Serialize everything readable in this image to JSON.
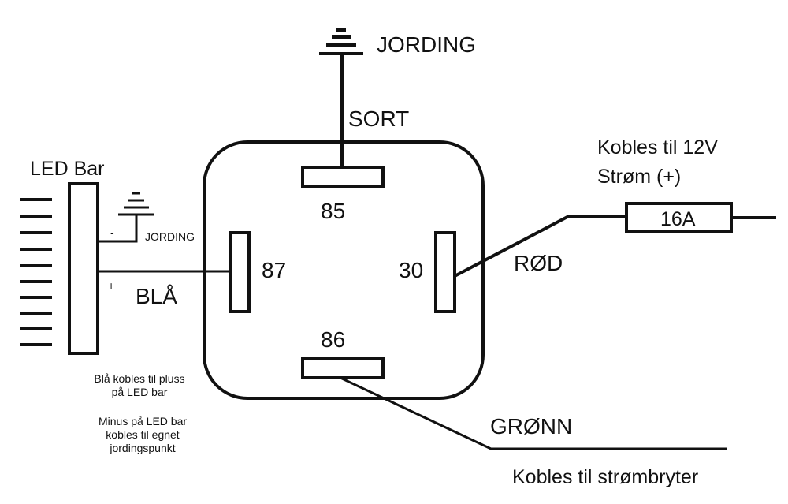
{
  "ground_top": {
    "label": "JORDING"
  },
  "wire_black": {
    "label": "SORT"
  },
  "supply": {
    "line1": "Kobles til 12V",
    "line2": "Strøm (+)"
  },
  "fuse": {
    "label": "16A"
  },
  "pins": {
    "p85": "85",
    "p87": "87",
    "p30": "30",
    "p86": "86"
  },
  "wire_red": {
    "label": "RØD"
  },
  "wire_blue": {
    "label": "BLÅ",
    "plus": "+"
  },
  "led_bar": {
    "label": "LED Bar",
    "minus": "-"
  },
  "ground_small": {
    "label": "JORDING"
  },
  "wire_green": {
    "label": "GRØNN"
  },
  "switch_note": {
    "label": "Kobles til strømbryter"
  },
  "notes": {
    "line1": "Blå kobles til pluss",
    "line2": "på LED bar",
    "line3": "Minus på LED bar",
    "line4": "kobles til egnet",
    "line5": "jordingspunkt"
  }
}
